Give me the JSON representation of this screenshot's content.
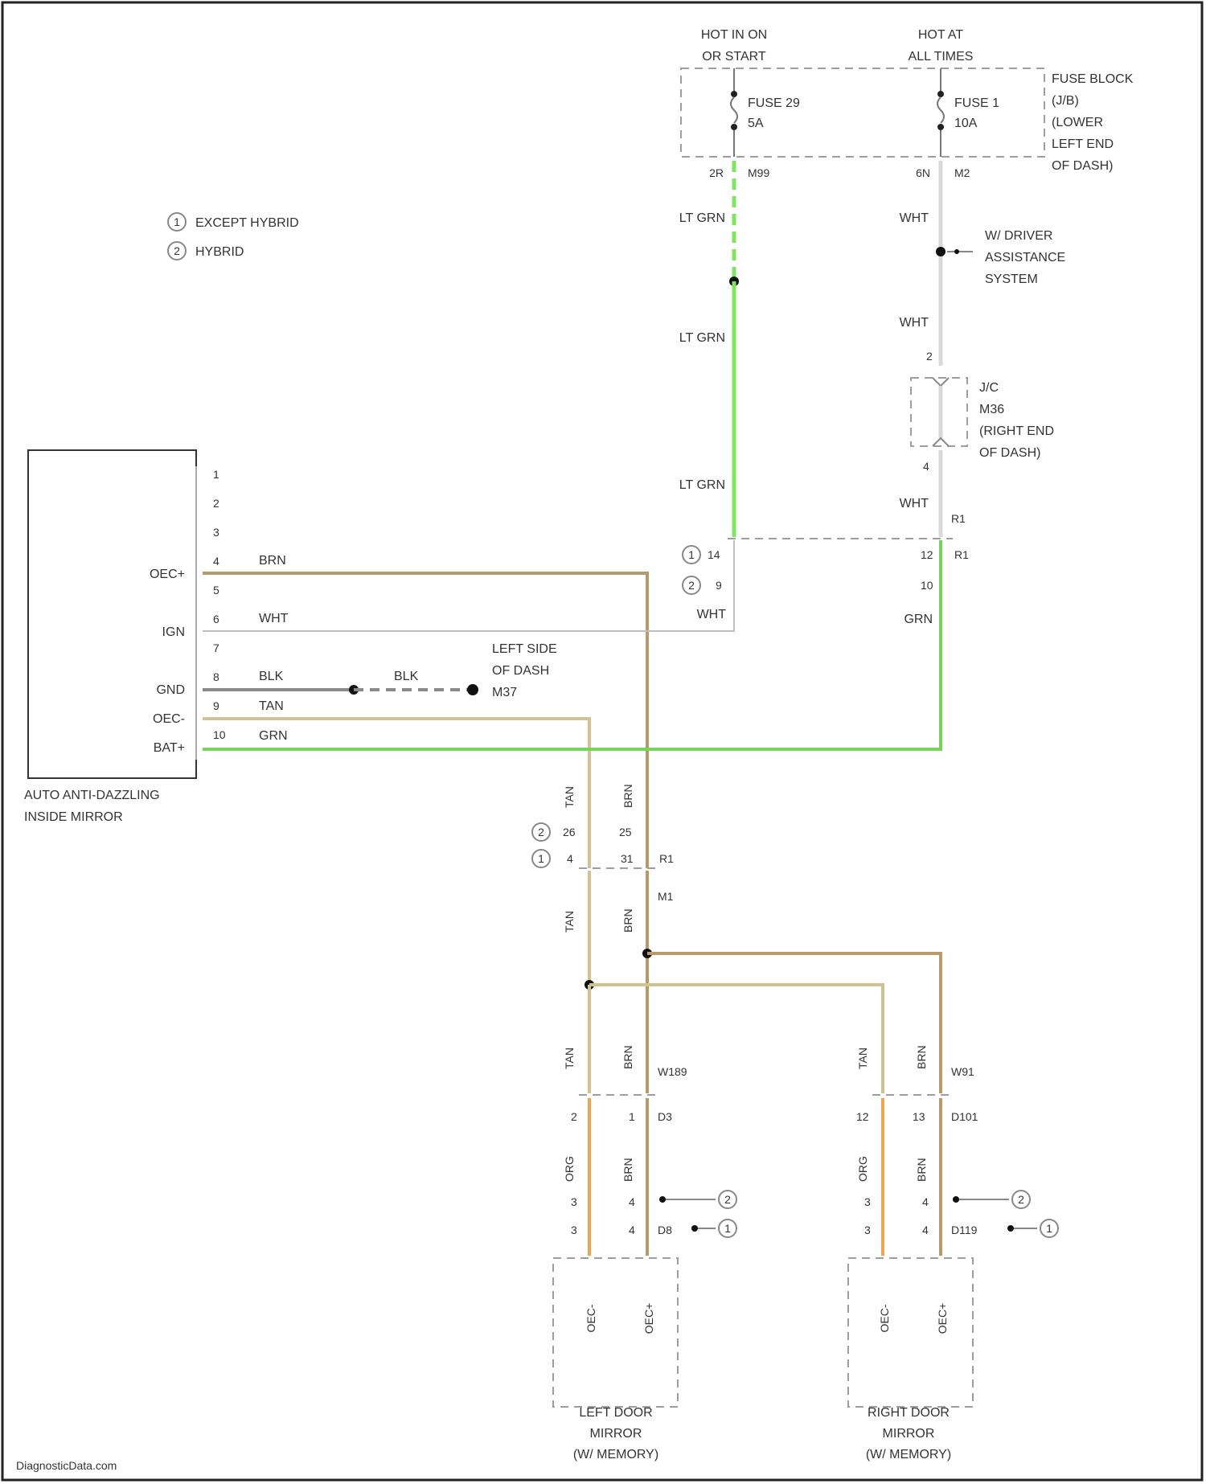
{
  "colors": {
    "lt_grn": "#7ee55e",
    "grn": "#76d45a",
    "brn": "#b79a6b",
    "tan": "#cfc394",
    "org": "#f0a44e",
    "blk": "#8a8a8a",
    "wht": "#d9d9d9",
    "border": "#222222",
    "dash": "#9e9e9e"
  },
  "legend": {
    "note1": "EXCEPT HYBRID",
    "note2": "HYBRID",
    "num1": "1",
    "num2": "2"
  },
  "power": {
    "hot_run_1": "HOT IN ON",
    "hot_run_2": "OR START",
    "hot_all_1": "HOT AT",
    "hot_all_2": "ALL TIMES",
    "fuse_block": [
      "FUSE BLOCK",
      "(J/B)",
      "(LOWER",
      "LEFT END",
      "OF DASH)"
    ],
    "fuse_a_name": "FUSE 29",
    "fuse_a_amp": "5A",
    "fuse_b_name": "FUSE 1",
    "fuse_b_amp": "10A",
    "fuse_a_pin": "2R",
    "fuse_a_conn": "M99",
    "fuse_b_pin": "6N",
    "fuse_b_conn": "M2"
  },
  "wires": {
    "lt_grn": "LT GRN",
    "wht": "WHT",
    "brn": "BRN",
    "blk": "BLK",
    "tan": "TAN",
    "grn": "GRN",
    "org": "ORG"
  },
  "driver_assist": [
    "W/ DRIVER",
    "ASSISTANCE",
    "SYSTEM"
  ],
  "jc": {
    "title": "J/C",
    "id": "M36",
    "loc1": "(RIGHT END",
    "loc2": "OF DASH)",
    "pin_top": "2",
    "pin_bottom": "4"
  },
  "r1": {
    "conn_a": "R1",
    "conn_b": "R1",
    "pin_a1": "14",
    "pin_a2": "9",
    "pin_b": "12",
    "pin_b2": "10"
  },
  "mirror": {
    "name1": "AUTO ANTI-DAZZLING",
    "name2": "INSIDE MIRROR",
    "pins": [
      "1",
      "2",
      "3",
      "4",
      "5",
      "6",
      "7",
      "8",
      "9",
      "10"
    ],
    "term_ec_plus": "OEC+",
    "term_ign": "IGN",
    "term_gnd": "GND",
    "term_ec_minus": "OEC-",
    "term_bat": "BAT+"
  },
  "ground": {
    "loc1": "LEFT SIDE",
    "loc2": "OF DASH",
    "id": "M37"
  },
  "joint_m1": {
    "conn": "R1",
    "conn2": "M1",
    "pin_tan_2": "26",
    "pin_tan_1": "4",
    "pin_brn_2": "25",
    "pin_brn_1": "31"
  },
  "left_door": {
    "conn_upper": "W189",
    "conn_lower": "D3",
    "conn_d": "D8",
    "pin_a": "2",
    "pin_b": "1",
    "pin_c1": "3",
    "pin_c2": "4",
    "pin_d1": "3",
    "pin_d2": "4",
    "term_a": "OEC-",
    "term_b": "OEC+",
    "name1": "LEFT DOOR",
    "name2": "MIRROR",
    "name3": "(W/ MEMORY)"
  },
  "right_door": {
    "conn_upper": "W91",
    "conn_lower": "D101",
    "conn_d": "D119",
    "pin_a": "12",
    "pin_b": "13",
    "pin_c1": "3",
    "pin_c2": "4",
    "pin_d1": "3",
    "pin_d2": "4",
    "term_a": "OEC-",
    "term_b": "OEC+",
    "name1": "RIGHT DOOR",
    "name2": "MIRROR",
    "name3": "(W/ MEMORY)"
  },
  "footer": "DiagnosticData.com"
}
